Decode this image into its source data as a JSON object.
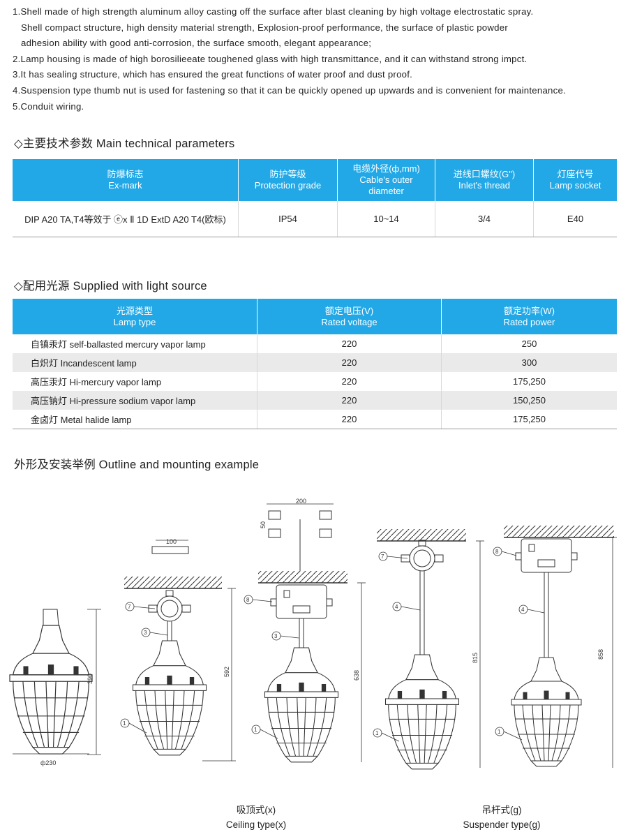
{
  "intro": [
    {
      "num": "1.",
      "text": "Shell made of high strength aluminum alloy casting off the surface after blast cleaning by high voltage electrostatic spray."
    },
    {
      "num": "",
      "text": "Shell compact structure, high density material strength, Explosion-proof performance, the surface of plastic powder"
    },
    {
      "num": "",
      "text": "adhesion ability with good anti-corrosion, the surface smooth, elegant appearance;"
    },
    {
      "num": "2.",
      "text": "Lamp housing is made of high borosilieeate toughened glass with high transmittance, and it can withstand strong impct."
    },
    {
      "num": "3.",
      "text": "It has sealing structure, which has ensured the great functions of water proof and dust proof."
    },
    {
      "num": "4.",
      "text": "Suspension type thumb nut is used for fastening so that it can be quickly opened up upwards and is convenient for maintenance."
    },
    {
      "num": "5.",
      "text": "Conduit wiring."
    }
  ],
  "tech": {
    "title": "◇主要技术参数 Main technical parameters",
    "headers": [
      [
        "防爆标志",
        "Ex-mark"
      ],
      [
        "防护等级",
        "Protection grade"
      ],
      [
        "电缆外径(ф,mm)",
        "Cable's outer",
        "diameter"
      ],
      [
        "进线口螺纹(G\")",
        "Inlet's thread"
      ],
      [
        "灯座代号",
        "Lamp socket"
      ]
    ],
    "row": [
      "DIP A20 TA,T4等效于 ⓔx Ⅱ 1D ExtD A20 T4(欧标)",
      "IP54",
      "10~14",
      "3/4",
      "E40"
    ]
  },
  "light": {
    "title": "◇配用光源 Supplied with light source",
    "headers": [
      [
        "光源类型",
        "Lamp type"
      ],
      [
        "额定电压(V)",
        "Rated voltage"
      ],
      [
        "额定功率(W)",
        "Rated power"
      ]
    ],
    "rows": [
      [
        "自镇汞灯 self-ballasted mercury vapor lamp",
        "220",
        "250"
      ],
      [
        "白炽灯 Incandescent lamp",
        "220",
        "300"
      ],
      [
        "高压汞灯 Hi-mercury vapor lamp",
        "220",
        "175,250"
      ],
      [
        "高压钠灯 Hi-pressure sodium vapor lamp",
        "220",
        "150,250"
      ],
      [
        "金卤灯 Metal halide lamp",
        "220",
        "175,250"
      ]
    ]
  },
  "outline": {
    "title": "外形及安装举例 Outline and mounting example",
    "dims": {
      "d230": "ф230",
      "h390": "390",
      "w100": "100",
      "h592": "592",
      "w200": "200",
      "h50": "50",
      "h638": "638",
      "h815": "815",
      "h858": "858"
    },
    "callouts": {
      "c1": "1",
      "c3": "3",
      "c4": "4",
      "c7": "7",
      "c8": "8"
    },
    "captions": {
      "ceiling_cn": "吸顶式(x)",
      "ceiling_en": "Ceiling type(x)",
      "suspender_cn": "吊杆式(g)",
      "suspender_en": "Suspender type(g)"
    }
  }
}
